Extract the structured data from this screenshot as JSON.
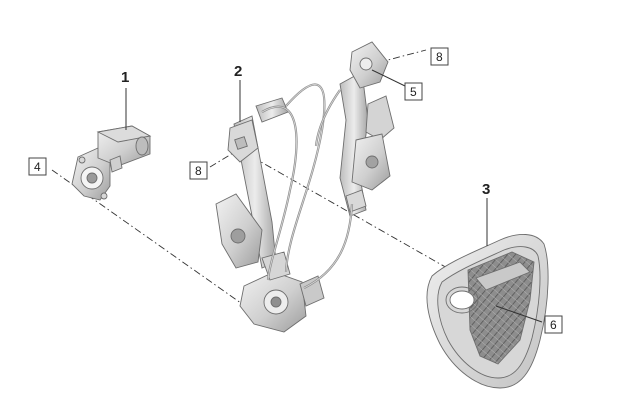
{
  "callouts": {
    "motor": "1",
    "regulator": "2",
    "cover": "3"
  },
  "reference_boxes": {
    "ref_4": "4",
    "ref_5": "5",
    "ref_6": "6",
    "ref_8_top": "8",
    "ref_8_mid": "8"
  },
  "colors": {
    "part_fill_light": "#e4e4e4",
    "part_fill_dark": "#a9a9a9",
    "outline": "#6e6e6e",
    "background": "#ffffff"
  }
}
